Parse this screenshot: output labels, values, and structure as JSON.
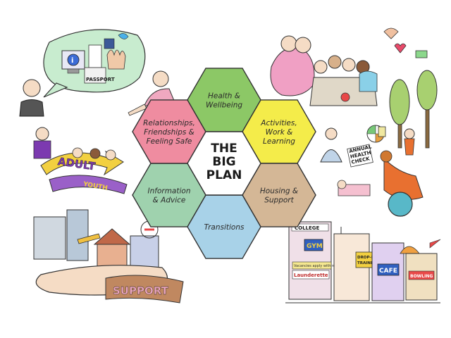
{
  "center": {
    "lines": [
      "THE",
      "BIG",
      "PLAN"
    ]
  },
  "segments": [
    {
      "id": "information-advice",
      "lines": [
        "Information",
        "& Advice"
      ],
      "color": "#9fd2ae"
    },
    {
      "id": "relationships",
      "lines": [
        "Relationships,",
        "Friendships &",
        "Feeling Safe"
      ],
      "color": "#ef8ca0"
    },
    {
      "id": "health-wellbeing",
      "lines": [
        "Health &",
        "Wellbeing"
      ],
      "color": "#8cc866"
    },
    {
      "id": "activities",
      "lines": [
        "Activities,",
        "Work &",
        "Learning"
      ],
      "color": "#f4ec4a"
    },
    {
      "id": "housing-support",
      "lines": [
        "Housing &",
        "Support"
      ],
      "color": "#d4b796"
    },
    {
      "id": "transitions",
      "lines": [
        "Transitions"
      ],
      "color": "#a8d2e8"
    }
  ],
  "illustration_text": {
    "adult": "ADULT",
    "youth": "YOUTH",
    "support": "SUPPORT",
    "annual_health_check": [
      "ANNUAL",
      "HEALTH",
      "CHECK"
    ],
    "college": "COLLEGE",
    "cafe": "CAFE",
    "launderette": "Launderette",
    "vacancies": "Vacancies apply within",
    "drop_in": [
      "DROP-IN",
      "TRAINING"
    ],
    "gym": "GYM",
    "bowling": "BOWLING",
    "passport": "PASSPORT"
  }
}
